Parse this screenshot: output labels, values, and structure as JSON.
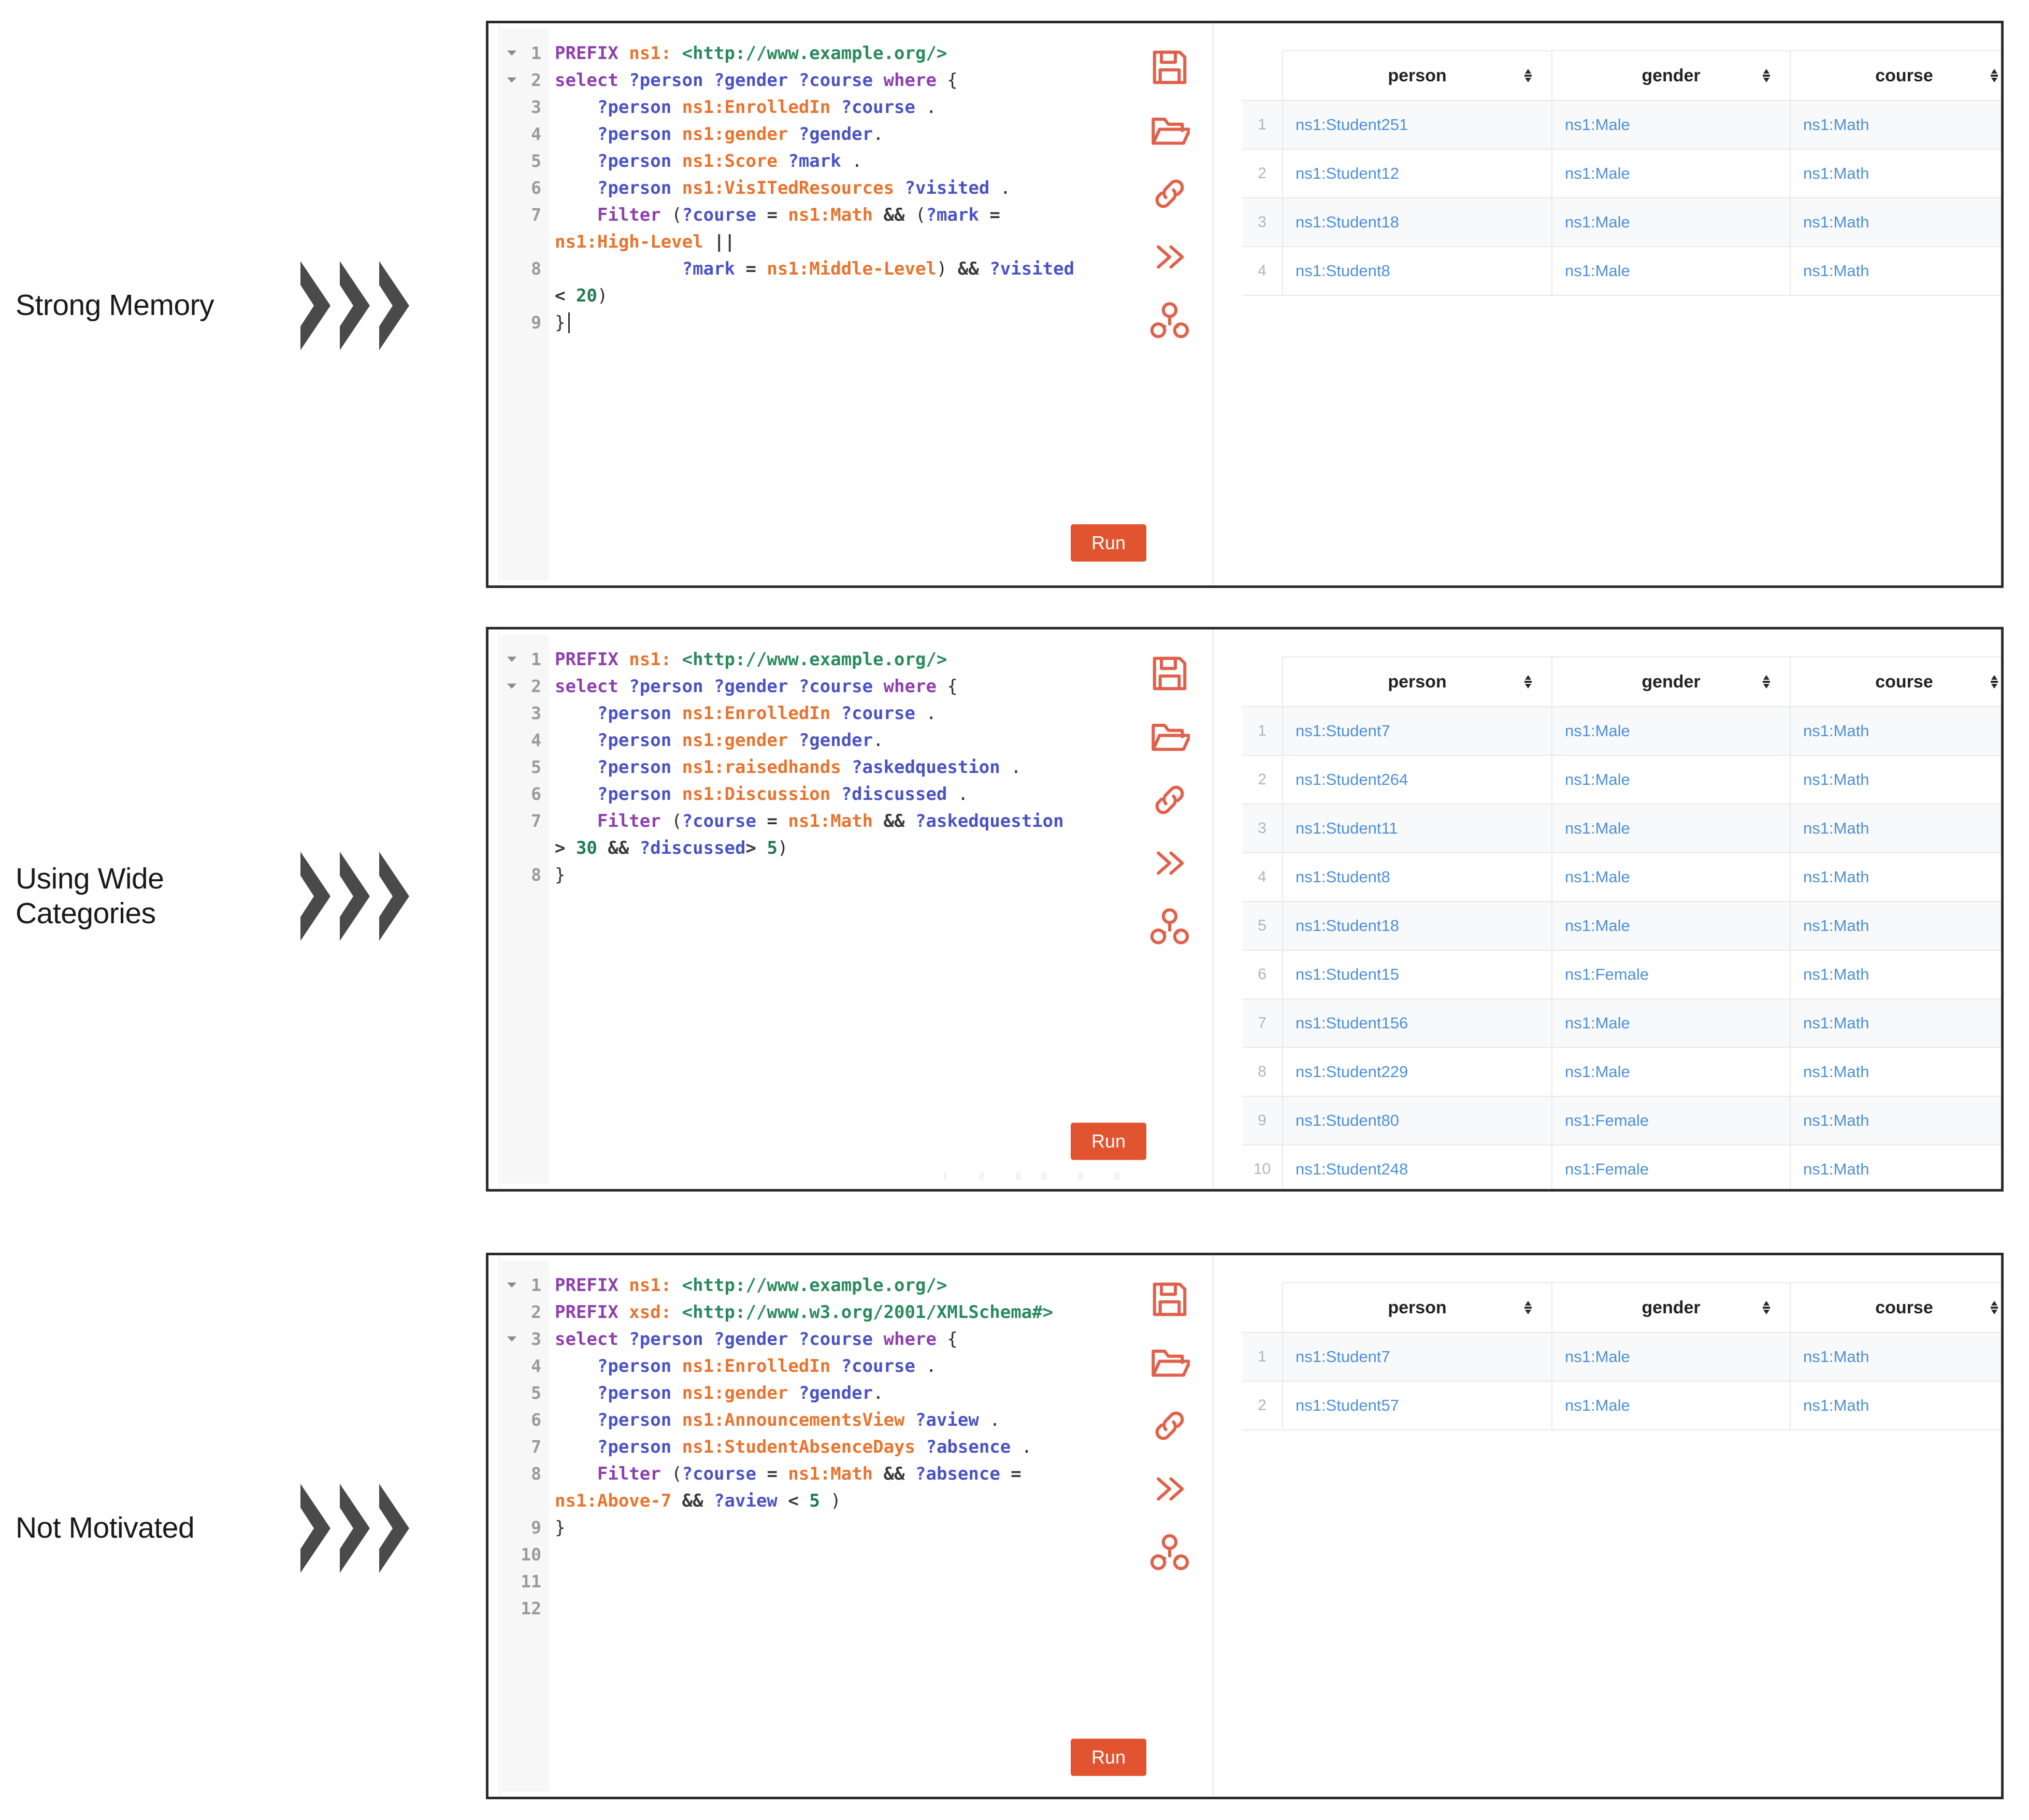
{
  "groups": [
    {
      "label": "Strong Memory",
      "arrow_icon": "triple-chevron-right-icon",
      "editor": {
        "line_numbers": [
          "1",
          "2",
          "3",
          "4",
          "5",
          "6",
          "7",
          "8",
          "9"
        ],
        "fold_lines": [
          "1",
          "2"
        ],
        "code_lines": [
          {
            "tokens": [
              {
                "t": "PREFIX ",
                "c": "kw"
              },
              {
                "t": "ns1: ",
                "c": "pfx"
              },
              {
                "t": "<http://www.example.org/>",
                "c": "uri"
              }
            ]
          },
          {
            "tokens": [
              {
                "t": "select ",
                "c": "kw"
              },
              {
                "t": "?person ?gender ?course ",
                "c": "var"
              },
              {
                "t": "where ",
                "c": "kw"
              },
              {
                "t": "{",
                "c": "pun"
              }
            ]
          },
          {
            "tokens": [
              {
                "t": "    ?person ",
                "c": "var"
              },
              {
                "t": "ns1:EnrolledIn ",
                "c": "pred"
              },
              {
                "t": "?course ",
                "c": "var"
              },
              {
                "t": ".",
                "c": "pun"
              }
            ]
          },
          {
            "tokens": [
              {
                "t": "    ?person ",
                "c": "var"
              },
              {
                "t": "ns1:gender ",
                "c": "pred"
              },
              {
                "t": "?gender",
                "c": "var"
              },
              {
                "t": ".",
                "c": "pun"
              }
            ]
          },
          {
            "tokens": [
              {
                "t": "    ?person ",
                "c": "var"
              },
              {
                "t": "ns1:Score ",
                "c": "pred"
              },
              {
                "t": "?mark ",
                "c": "var"
              },
              {
                "t": ".",
                "c": "pun"
              }
            ]
          },
          {
            "tokens": [
              {
                "t": "    ?person ",
                "c": "var"
              },
              {
                "t": "ns1:VisITedResources ",
                "c": "pred"
              },
              {
                "t": "?visited ",
                "c": "var"
              },
              {
                "t": ".",
                "c": "pun"
              }
            ]
          },
          {
            "tokens": [
              {
                "t": "    ",
                "c": "pun"
              },
              {
                "t": "Filter ",
                "c": "kw"
              },
              {
                "t": "(",
                "c": "pun"
              },
              {
                "t": "?course ",
                "c": "var"
              },
              {
                "t": "= ",
                "c": "op"
              },
              {
                "t": "ns1:Math ",
                "c": "pred"
              },
              {
                "t": "&& ",
                "c": "op"
              },
              {
                "t": "(",
                "c": "pun"
              },
              {
                "t": "?mark ",
                "c": "var"
              },
              {
                "t": "= ",
                "c": "op"
              },
              {
                "t": "ns1:High-Level ",
                "c": "pred"
              },
              {
                "t": "||",
                "c": "op"
              }
            ]
          },
          {
            "tokens": [
              {
                "t": "            ?mark ",
                "c": "var"
              },
              {
                "t": "= ",
                "c": "op"
              },
              {
                "t": "ns1:Middle-Level",
                "c": "pred"
              },
              {
                "t": ") ",
                "c": "pun"
              },
              {
                "t": "&& ",
                "c": "op"
              },
              {
                "t": "?visited ",
                "c": "var"
              },
              {
                "t": "< ",
                "c": "op"
              },
              {
                "t": "20",
                "c": "num"
              },
              {
                "t": ")",
                "c": "pun"
              }
            ]
          },
          {
            "tokens": [
              {
                "t": "}",
                "c": "pun"
              }
            ],
            "caret": true
          }
        ]
      },
      "toolbar": [
        {
          "name": "save-icon",
          "title": "Save"
        },
        {
          "name": "open-folder-icon",
          "title": "Open"
        },
        {
          "name": "link-icon",
          "title": "Link"
        },
        {
          "name": "double-chevron-right-icon",
          "title": "Expand"
        },
        {
          "name": "graph-nodes-icon",
          "title": "Graph"
        }
      ],
      "run_label": "Run",
      "table": {
        "columns": [
          "person",
          "gender",
          "course"
        ],
        "sort_icon": "sort-updown-icon",
        "rows": [
          {
            "idx": "1",
            "person": "ns1:Student251",
            "gender": "ns1:Male",
            "course": "ns1:Math"
          },
          {
            "idx": "2",
            "person": "ns1:Student12",
            "gender": "ns1:Male",
            "course": "ns1:Math"
          },
          {
            "idx": "3",
            "person": "ns1:Student18",
            "gender": "ns1:Male",
            "course": "ns1:Math"
          },
          {
            "idx": "4",
            "person": "ns1:Student8",
            "gender": "ns1:Male",
            "course": "ns1:Math"
          }
        ]
      }
    },
    {
      "label": "Using Wide\nCategories",
      "arrow_icon": "triple-chevron-right-icon",
      "editor": {
        "line_numbers": [
          "1",
          "2",
          "3",
          "4",
          "5",
          "6",
          "7",
          "8"
        ],
        "fold_lines": [
          "1",
          "2"
        ],
        "code_lines": [
          {
            "tokens": [
              {
                "t": "PREFIX ",
                "c": "kw"
              },
              {
                "t": "ns1: ",
                "c": "pfx"
              },
              {
                "t": "<http://www.example.org/>",
                "c": "uri"
              }
            ]
          },
          {
            "tokens": [
              {
                "t": "select ",
                "c": "kw"
              },
              {
                "t": "?person ?gender ?course ",
                "c": "var"
              },
              {
                "t": "where ",
                "c": "kw"
              },
              {
                "t": "{",
                "c": "pun"
              }
            ]
          },
          {
            "tokens": [
              {
                "t": "    ?person ",
                "c": "var"
              },
              {
                "t": "ns1:EnrolledIn ",
                "c": "pred"
              },
              {
                "t": "?course ",
                "c": "var"
              },
              {
                "t": ".",
                "c": "pun"
              }
            ]
          },
          {
            "tokens": [
              {
                "t": "    ?person ",
                "c": "var"
              },
              {
                "t": "ns1:gender ",
                "c": "pred"
              },
              {
                "t": "?gender",
                "c": "var"
              },
              {
                "t": ".",
                "c": "pun"
              }
            ]
          },
          {
            "tokens": [
              {
                "t": "    ?person ",
                "c": "var"
              },
              {
                "t": "ns1:raisedhands ",
                "c": "pred"
              },
              {
                "t": "?askedquestion ",
                "c": "var"
              },
              {
                "t": ".",
                "c": "pun"
              }
            ]
          },
          {
            "tokens": [
              {
                "t": "    ?person ",
                "c": "var"
              },
              {
                "t": "ns1:Discussion ",
                "c": "pred"
              },
              {
                "t": "?discussed ",
                "c": "var"
              },
              {
                "t": ".",
                "c": "pun"
              }
            ]
          },
          {
            "tokens": [
              {
                "t": "    ",
                "c": "pun"
              },
              {
                "t": "Filter ",
                "c": "kw"
              },
              {
                "t": "(",
                "c": "pun"
              },
              {
                "t": "?course ",
                "c": "var"
              },
              {
                "t": "= ",
                "c": "op"
              },
              {
                "t": "ns1:Math ",
                "c": "pred"
              },
              {
                "t": "&& ",
                "c": "op"
              },
              {
                "t": "?askedquestion ",
                "c": "var"
              },
              {
                "t": "> ",
                "c": "op"
              },
              {
                "t": "30 ",
                "c": "num"
              },
              {
                "t": "&& ",
                "c": "op"
              },
              {
                "t": "?discussed",
                "c": "var"
              },
              {
                "t": "> ",
                "c": "op"
              },
              {
                "t": "5",
                "c": "num"
              },
              {
                "t": ")",
                "c": "pun"
              }
            ]
          },
          {
            "tokens": [
              {
                "t": "}",
                "c": "pun"
              }
            ]
          }
        ]
      },
      "toolbar": [
        {
          "name": "save-icon",
          "title": "Save"
        },
        {
          "name": "open-folder-icon",
          "title": "Open"
        },
        {
          "name": "link-icon",
          "title": "Link"
        },
        {
          "name": "double-chevron-right-icon",
          "title": "Expand"
        },
        {
          "name": "graph-nodes-icon",
          "title": "Graph"
        }
      ],
      "run_label": "Run",
      "table": {
        "columns": [
          "person",
          "gender",
          "course"
        ],
        "sort_icon": "sort-updown-icon",
        "rows": [
          {
            "idx": "1",
            "person": "ns1:Student7",
            "gender": "ns1:Male",
            "course": "ns1:Math"
          },
          {
            "idx": "2",
            "person": "ns1:Student264",
            "gender": "ns1:Male",
            "course": "ns1:Math"
          },
          {
            "idx": "3",
            "person": "ns1:Student11",
            "gender": "ns1:Male",
            "course": "ns1:Math"
          },
          {
            "idx": "4",
            "person": "ns1:Student8",
            "gender": "ns1:Male",
            "course": "ns1:Math"
          },
          {
            "idx": "5",
            "person": "ns1:Student18",
            "gender": "ns1:Male",
            "course": "ns1:Math"
          },
          {
            "idx": "6",
            "person": "ns1:Student15",
            "gender": "ns1:Female",
            "course": "ns1:Math"
          },
          {
            "idx": "7",
            "person": "ns1:Student156",
            "gender": "ns1:Male",
            "course": "ns1:Math"
          },
          {
            "idx": "8",
            "person": "ns1:Student229",
            "gender": "ns1:Male",
            "course": "ns1:Math"
          },
          {
            "idx": "9",
            "person": "ns1:Student80",
            "gender": "ns1:Female",
            "course": "ns1:Math"
          },
          {
            "idx": "10",
            "person": "ns1:Student248",
            "gender": "ns1:Female",
            "course": "ns1:Math"
          }
        ]
      }
    },
    {
      "label": "Not Motivated",
      "arrow_icon": "triple-chevron-right-icon",
      "editor": {
        "line_numbers": [
          "1",
          "2",
          "3",
          "4",
          "5",
          "6",
          "7",
          "8",
          "9",
          "10",
          "11",
          "12"
        ],
        "fold_lines": [
          "1",
          "3"
        ],
        "code_lines": [
          {
            "tokens": [
              {
                "t": "PREFIX ",
                "c": "kw"
              },
              {
                "t": "ns1: ",
                "c": "pfx"
              },
              {
                "t": "<http://www.example.org/>",
                "c": "uri"
              }
            ]
          },
          {
            "tokens": [
              {
                "t": "PREFIX ",
                "c": "kw"
              },
              {
                "t": "xsd: ",
                "c": "pfx"
              },
              {
                "t": "<http://www.w3.org/2001/XMLSchema#>",
                "c": "uri"
              }
            ]
          },
          {
            "tokens": [
              {
                "t": "select ",
                "c": "kw"
              },
              {
                "t": "?person ?gender ?course ",
                "c": "var"
              },
              {
                "t": "where ",
                "c": "kw"
              },
              {
                "t": "{",
                "c": "pun"
              }
            ]
          },
          {
            "tokens": [
              {
                "t": "    ?person ",
                "c": "var"
              },
              {
                "t": "ns1:EnrolledIn ",
                "c": "pred"
              },
              {
                "t": "?course ",
                "c": "var"
              },
              {
                "t": ".",
                "c": "pun"
              }
            ]
          },
          {
            "tokens": [
              {
                "t": "    ?person ",
                "c": "var"
              },
              {
                "t": "ns1:gender ",
                "c": "pred"
              },
              {
                "t": "?gender",
                "c": "var"
              },
              {
                "t": ".",
                "c": "pun"
              }
            ]
          },
          {
            "tokens": [
              {
                "t": "    ?person ",
                "c": "var"
              },
              {
                "t": "ns1:AnnouncementsView ",
                "c": "pred"
              },
              {
                "t": "?aview ",
                "c": "var"
              },
              {
                "t": ".",
                "c": "pun"
              }
            ]
          },
          {
            "tokens": [
              {
                "t": "    ?person ",
                "c": "var"
              },
              {
                "t": "ns1:StudentAbsenceDays ",
                "c": "pred"
              },
              {
                "t": "?absence ",
                "c": "var"
              },
              {
                "t": ".",
                "c": "pun"
              }
            ]
          },
          {
            "tokens": [
              {
                "t": "    ",
                "c": "pun"
              },
              {
                "t": "Filter ",
                "c": "kw"
              },
              {
                "t": "(",
                "c": "pun"
              },
              {
                "t": "?course ",
                "c": "var"
              },
              {
                "t": "= ",
                "c": "op"
              },
              {
                "t": "ns1:Math ",
                "c": "pred"
              },
              {
                "t": "&& ",
                "c": "op"
              },
              {
                "t": "?absence ",
                "c": "var"
              },
              {
                "t": "= ",
                "c": "op"
              },
              {
                "t": "ns1:Above-7 ",
                "c": "pred"
              },
              {
                "t": "&& ",
                "c": "op"
              },
              {
                "t": "?aview ",
                "c": "var"
              },
              {
                "t": "< ",
                "c": "op"
              },
              {
                "t": "5 ",
                "c": "num"
              },
              {
                "t": ")",
                "c": "pun"
              }
            ]
          },
          {
            "tokens": [
              {
                "t": "}",
                "c": "pun"
              }
            ]
          }
        ]
      },
      "toolbar": [
        {
          "name": "save-icon",
          "title": "Save"
        },
        {
          "name": "open-folder-icon",
          "title": "Open"
        },
        {
          "name": "link-icon",
          "title": "Link"
        },
        {
          "name": "double-chevron-right-icon",
          "title": "Expand"
        },
        {
          "name": "graph-nodes-icon",
          "title": "Graph"
        }
      ],
      "run_label": "Run",
      "table": {
        "columns": [
          "person",
          "gender",
          "course"
        ],
        "sort_icon": "sort-updown-icon",
        "rows": [
          {
            "idx": "1",
            "person": "ns1:Student7",
            "gender": "ns1:Male",
            "course": "ns1:Math"
          },
          {
            "idx": "2",
            "person": "ns1:Student57",
            "gender": "ns1:Male",
            "course": "ns1:Math"
          }
        ]
      }
    }
  ],
  "colors": {
    "accent_orange": "#e2542f",
    "icon_orange": "#e0614a",
    "link_blue": "#4d90d8",
    "keyword_purple": "#8e3fad",
    "prefix_orange": "#e8742e",
    "uri_green": "#2a8a5e",
    "variable_blue": "#4a53c4",
    "number_green": "#1f7a4f",
    "chevron_gray": "#4a4a4a",
    "panel_border": "#2b2b2b"
  }
}
